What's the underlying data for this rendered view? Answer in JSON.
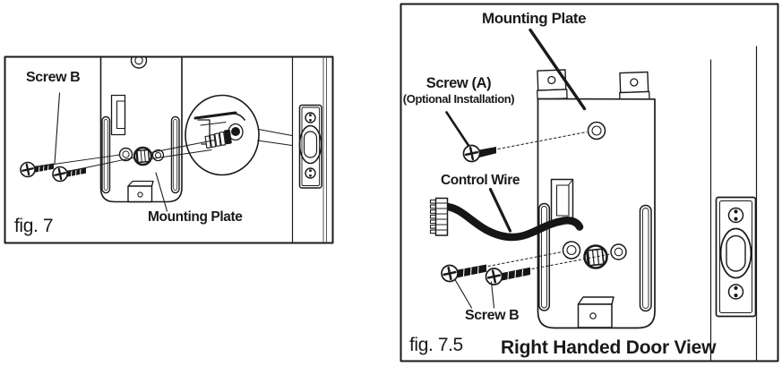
{
  "page": {
    "background_color": "#ffffff",
    "line_color": "#1a1a1a"
  },
  "fig7": {
    "caption": "fig. 7",
    "labels": {
      "screw_b": "Screw B",
      "mounting_plate": "Mounting Plate"
    }
  },
  "fig75": {
    "caption": "fig. 7.5",
    "view_title": "Right Handed Door View",
    "labels": {
      "mounting_plate": "Mounting Plate",
      "screw_a": "Screw (A)",
      "screw_a_note": "(Optional Installation)",
      "control_wire": "Control Wire",
      "screw_b": "Screw B"
    }
  }
}
